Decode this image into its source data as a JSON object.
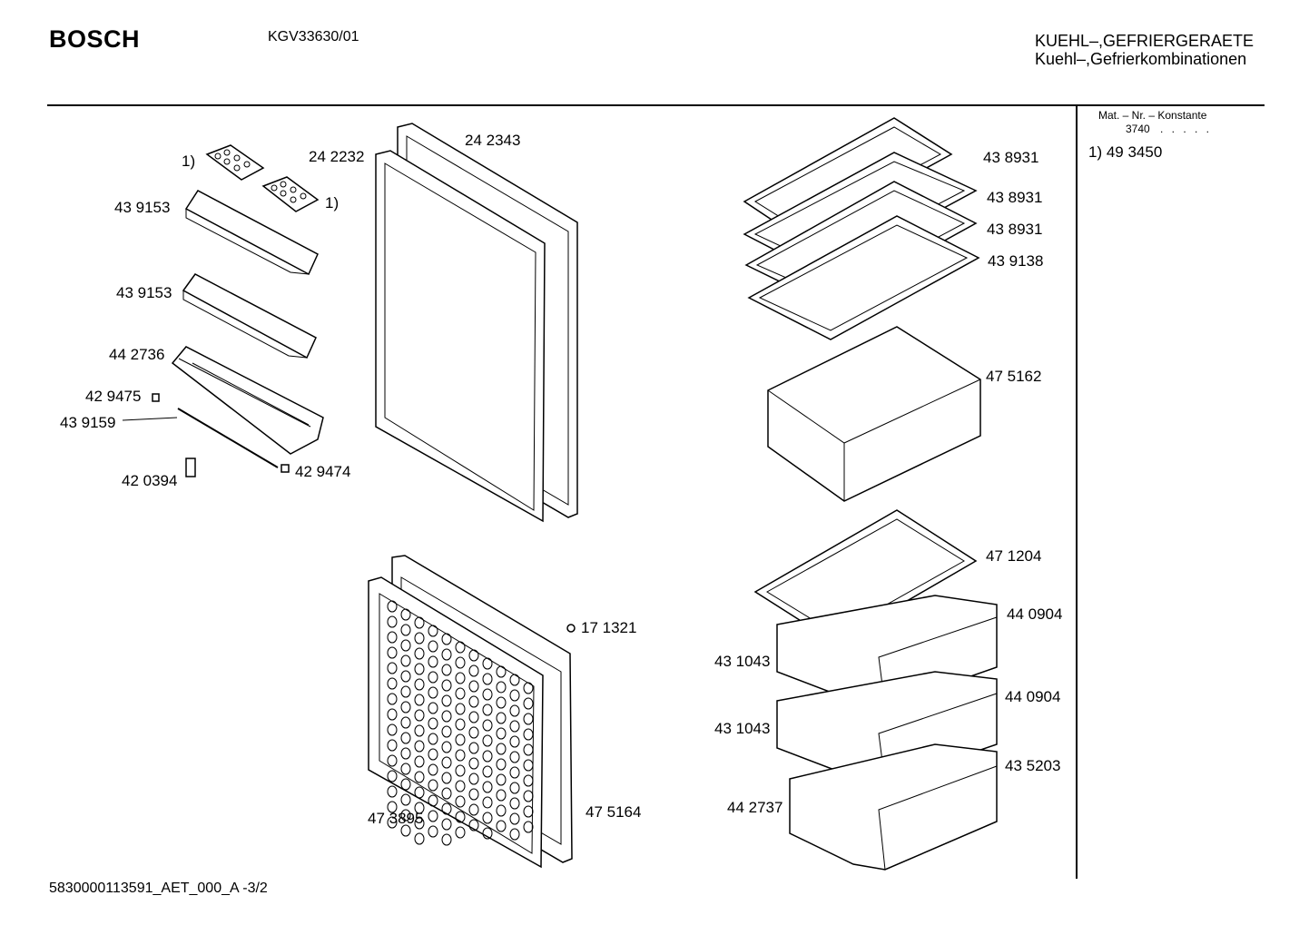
{
  "header": {
    "brand": "BOSCH",
    "model": "KGV33630/01",
    "category_line1": "KUEHL–,GEFRIERGERAETE",
    "category_line2": "Kuehl–,Gefrierkombinationen"
  },
  "sidebar": {
    "heading": "Mat. – Nr. – Konstante",
    "constant": "3740",
    "dots": ". . . . .",
    "note": "1)  49 3450"
  },
  "footer": "5830000113591_AET_000_A  -3/2",
  "parts": [
    {
      "label": "1)"
    },
    {
      "label": "24 2232"
    },
    {
      "label": "24 2343"
    },
    {
      "label": "1)"
    },
    {
      "label": "43 9153"
    },
    {
      "label": "43 9153"
    },
    {
      "label": "44 2736"
    },
    {
      "label": "42 9475"
    },
    {
      "label": "43 9159"
    },
    {
      "label": "42 0394"
    },
    {
      "label": "42 9474"
    },
    {
      "label": "43 8931"
    },
    {
      "label": "43 8931"
    },
    {
      "label": "43 8931"
    },
    {
      "label": "43 9138"
    },
    {
      "label": "47 5162"
    },
    {
      "label": "47 1204"
    },
    {
      "label": "17 1321"
    },
    {
      "label": "44 0904"
    },
    {
      "label": "43 1043"
    },
    {
      "label": "44 0904"
    },
    {
      "label": "43 1043"
    },
    {
      "label": "43 5203"
    },
    {
      "label": "44 2737"
    },
    {
      "label": "47 3895"
    },
    {
      "label": "47 5164"
    }
  ]
}
